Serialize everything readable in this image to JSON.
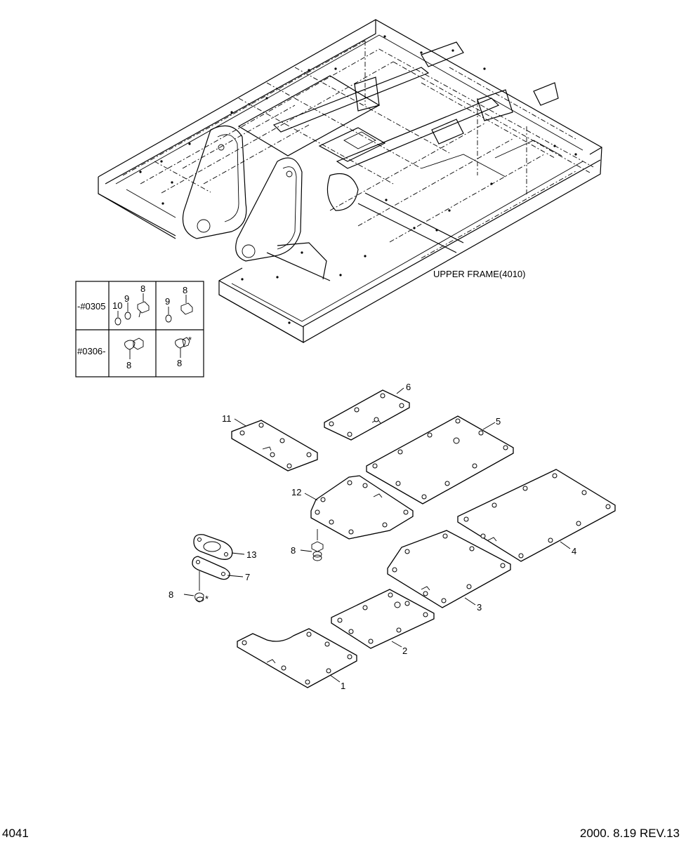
{
  "frame": {
    "label": "UPPER FRAME(4010)"
  },
  "table": {
    "row1_label": "-#0305",
    "row2_label": "#0306-",
    "row1_cell1_callouts": [
      "10",
      "9",
      "8"
    ],
    "row1_cell2_callouts": [
      "9",
      "8"
    ],
    "row2_cell1_callouts": [
      "8"
    ],
    "row2_cell2_callouts": [
      "8",
      "*"
    ]
  },
  "callouts": {
    "c1": "1",
    "c2": "2",
    "c3": "3",
    "c4": "4",
    "c5": "5",
    "c6": "6",
    "c7": "7",
    "c8a": "8",
    "c8b": "8",
    "star": "*",
    "c11": "11",
    "c12": "12",
    "c13": "13"
  },
  "footer": {
    "page_number": "4041",
    "revision": "2000. 8.19 REV.13"
  }
}
